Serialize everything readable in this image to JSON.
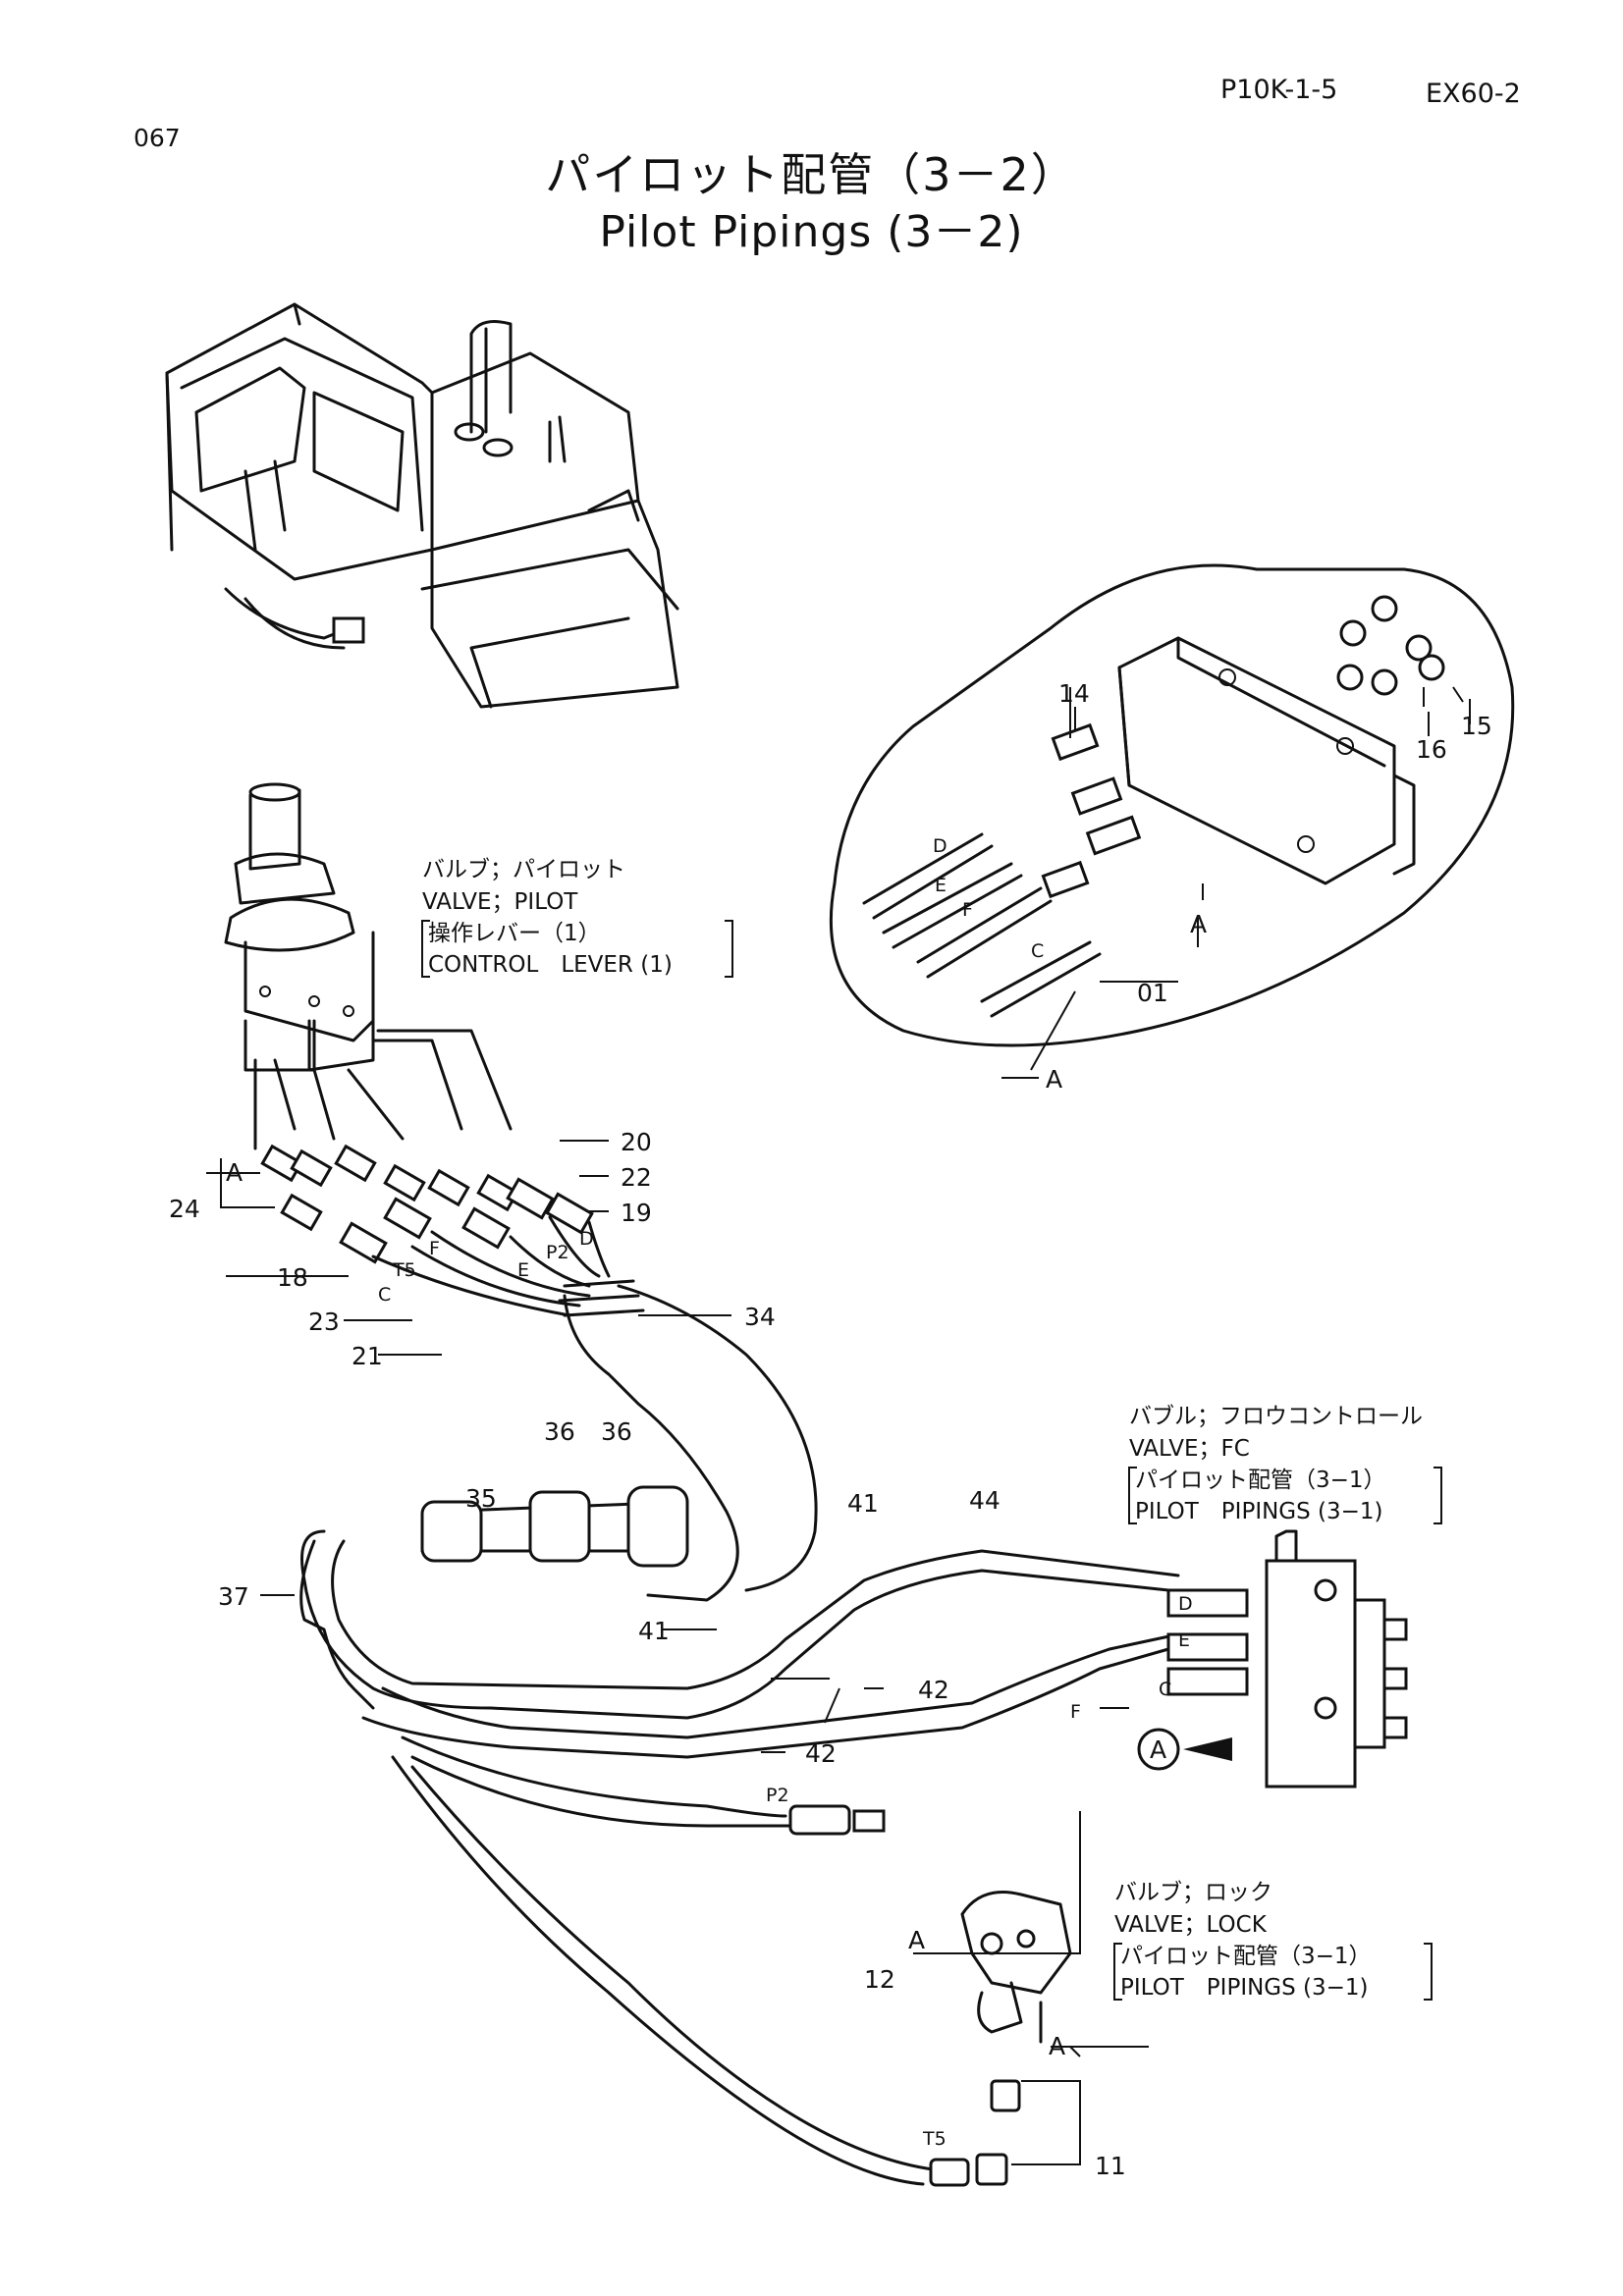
{
  "header": {
    "page_number": "067",
    "catalog_code": "P10K-1-5",
    "model": "EX60-2",
    "title_jp": "パイロット配管（3－2）",
    "title_en": "Pilot Pipings (3－2)"
  },
  "notes": {
    "pilot_valve": [
      "バルブ；パイロット",
      "VALVE；PILOT",
      "操作レバー（1）",
      "CONTROL　LEVER (1)"
    ],
    "fc_valve": [
      "バブル；フロウコントロール",
      "VALVE；FC",
      "パイロット配管（3−1）",
      "PILOT　PIPINGS (3−1)"
    ],
    "lock_valve": [
      "バルブ；ロック",
      "VALVE；LOCK",
      "パイロット配管（3−1）",
      "PILOT　PIPINGS (3−1)"
    ]
  },
  "callouts": {
    "c14": "14",
    "c15": "15",
    "c16": "16",
    "c01": "01",
    "cA_inset1": "A",
    "cA_inset2": "A",
    "cD": "D",
    "cE": "E",
    "cF": "F",
    "cC": "C",
    "c20": "20",
    "c22": "22",
    "c19": "19",
    "c24": "24",
    "cA_lever": "A",
    "c18": "18",
    "c23": "23",
    "c21": "21",
    "c34": "34",
    "cT5": "T5",
    "cP2": "P2",
    "hF": "F",
    "hE": "E",
    "hC": "C",
    "hD": "D",
    "c35": "35",
    "c36a": "36",
    "c36b": "36",
    "c37": "37",
    "c41a": "41",
    "c41b": "41",
    "c44": "44",
    "c42a": "42",
    "c42b": "42",
    "fD": "D",
    "fE": "E",
    "fF": "F",
    "fC": "C",
    "circleA": "A",
    "pP2": "P2",
    "c12": "12",
    "cA_lock1": "A",
    "cA_lock2": "A",
    "c11": "11",
    "pT5": "T5"
  },
  "icons": [
    "excavator-overview-icon",
    "pilot-valve-lever-icon",
    "fc-valve-icon",
    "lock-valve-icon",
    "hose-fitting-icon"
  ]
}
